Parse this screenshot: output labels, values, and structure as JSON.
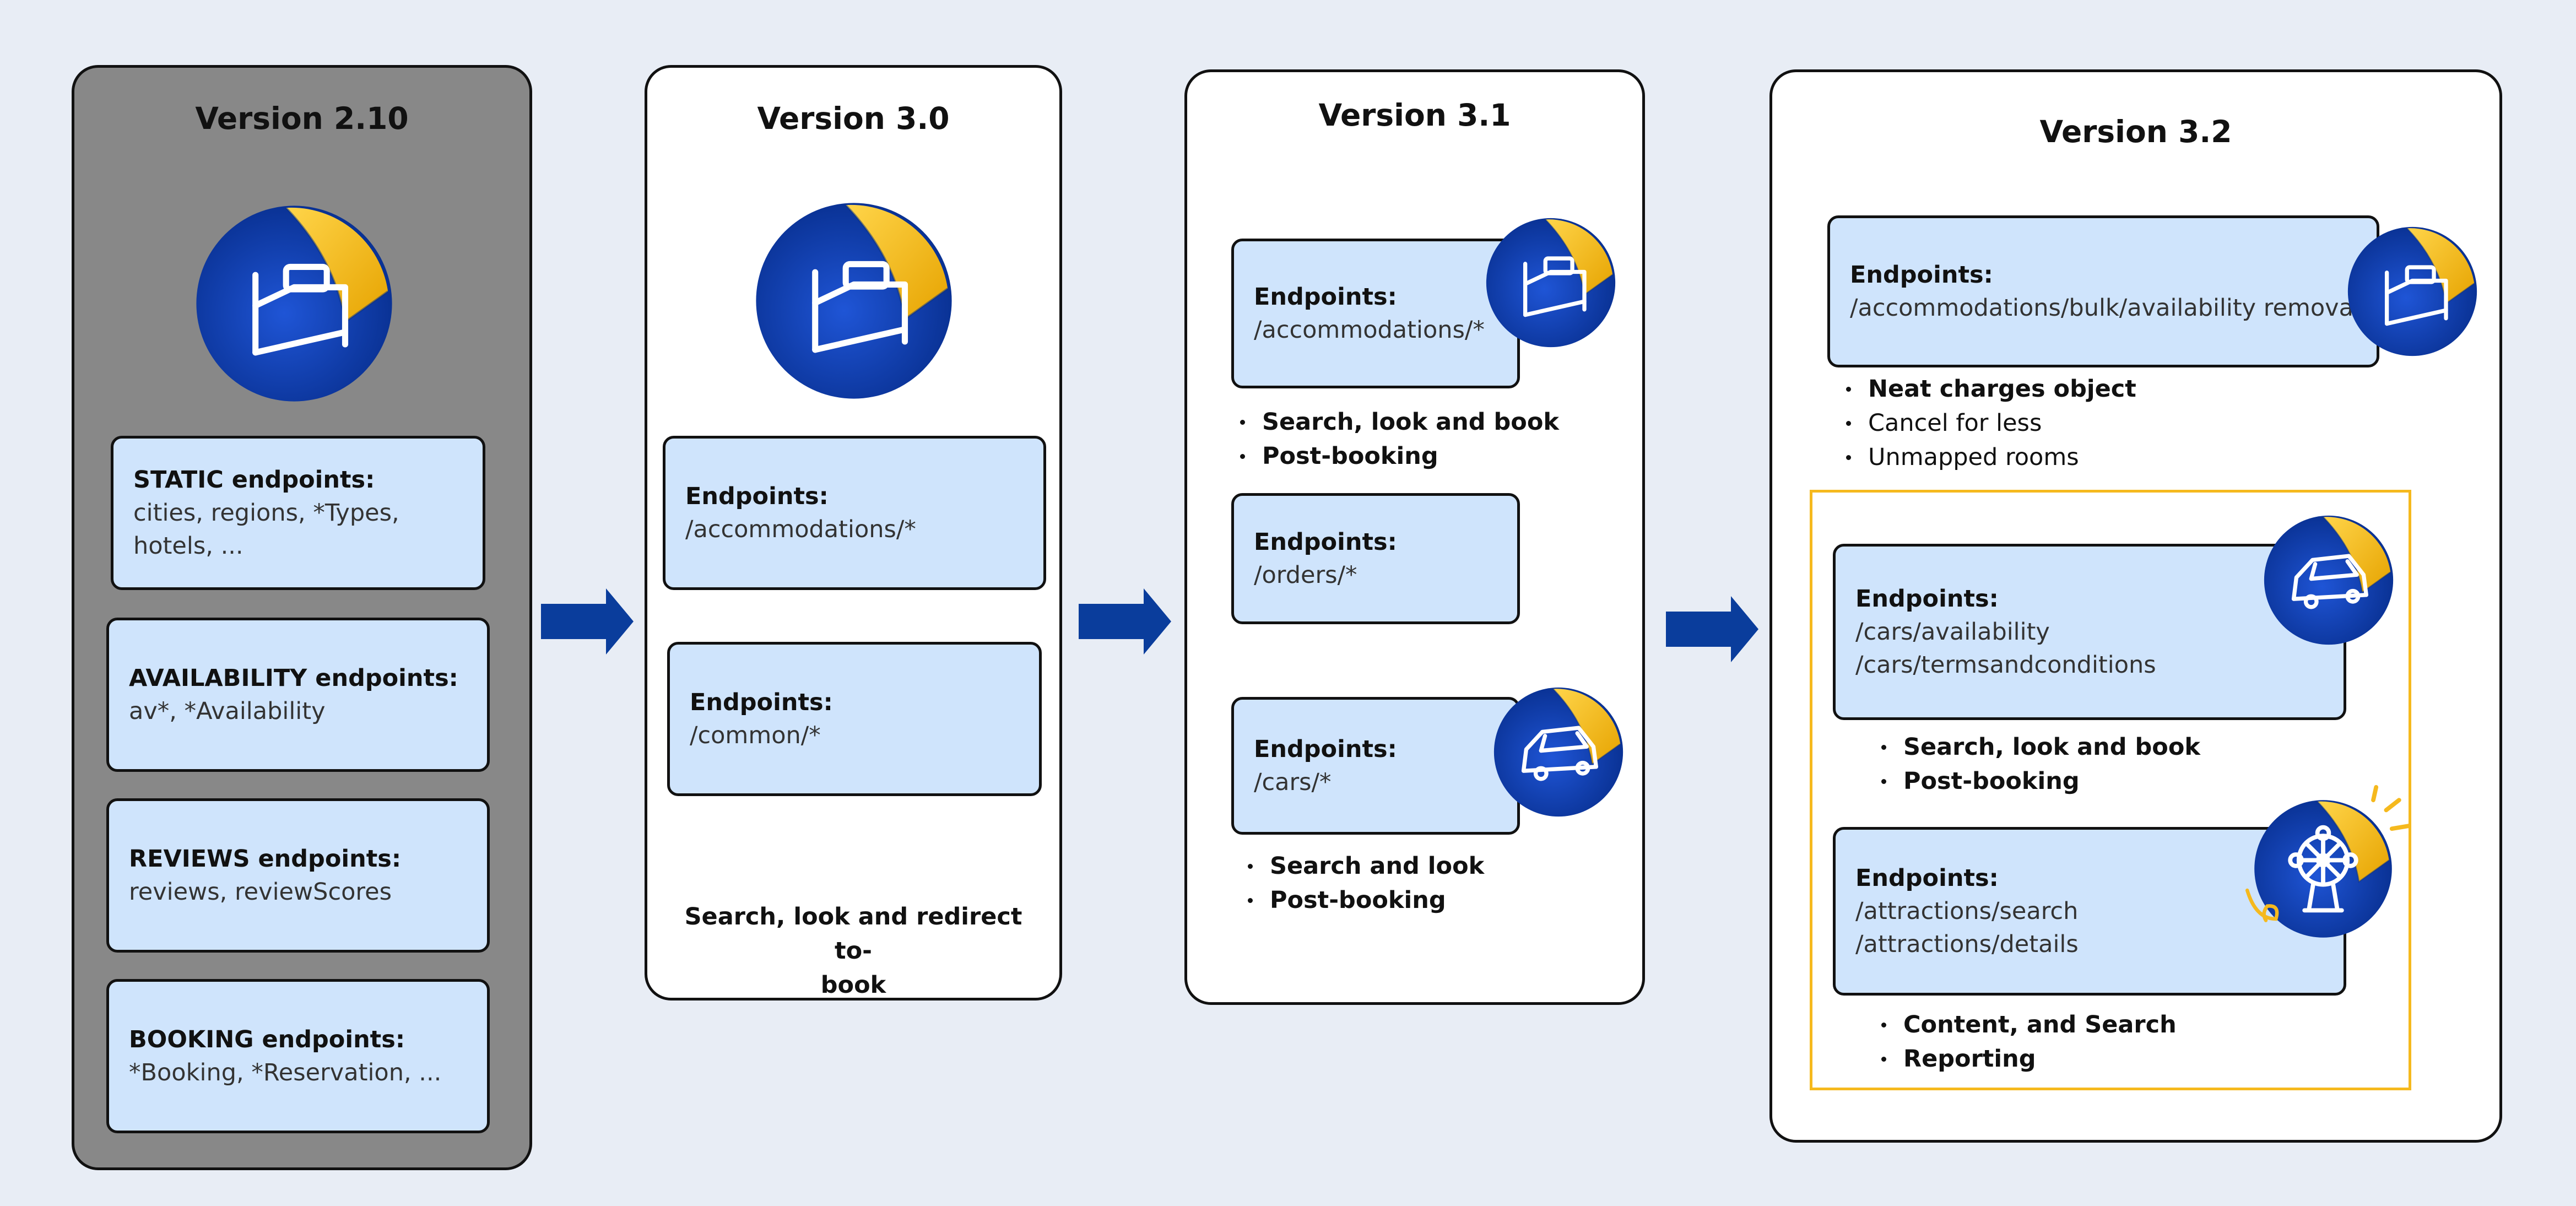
{
  "colors": {
    "background": "#e8edf5",
    "legacy_column": "#888888",
    "endpoint_box": "#cfe4fc",
    "arrow": "#0a3d9c",
    "badge_blue": "#0d3aa8",
    "badge_gold": "#f5b91e",
    "highlight_border": "#f5b91e"
  },
  "v210": {
    "title": "Version 2.10",
    "icon": "bed-icon",
    "boxes": [
      {
        "label": "STATIC endpoints:",
        "lines": [
          "cities, regions, *Types,",
          "hotels, ..."
        ]
      },
      {
        "label": "AVAILABILITY endpoints:",
        "lines": [
          "av*, *Availability"
        ]
      },
      {
        "label": "REVIEWS endpoints:",
        "lines": [
          "reviews, reviewScores"
        ]
      },
      {
        "label": "BOOKING endpoints:",
        "lines": [
          "*Booking, *Reservation, ..."
        ]
      }
    ]
  },
  "v30": {
    "title": "Version 3.0",
    "icon": "bed-icon",
    "boxes": [
      {
        "label": "Endpoints:",
        "lines": [
          "/accommodations/*"
        ]
      },
      {
        "label": "Endpoints:",
        "lines": [
          "/common/*"
        ]
      }
    ],
    "caption": [
      "Search, look and redirect to-",
      "book"
    ]
  },
  "v31": {
    "title": "Version 3.1",
    "boxes": [
      {
        "label": "Endpoints:",
        "lines": [
          "/accommodations/*"
        ],
        "icon": "bed-icon"
      },
      {
        "label": "Endpoints:",
        "lines": [
          "/orders/*"
        ]
      },
      {
        "label": "Endpoints:",
        "lines": [
          "/cars/*"
        ],
        "icon": "car-icon"
      }
    ],
    "bullets_accommodations": [
      "Search, look and book",
      "Post-booking"
    ],
    "bullets_cars": [
      "Search and look",
      "Post-booking"
    ]
  },
  "v32": {
    "title": "Version 3.2",
    "boxes": [
      {
        "label": "Endpoints:",
        "lines": [
          "/accommodations/bulk/availability removal"
        ],
        "icon": "bed-icon"
      },
      {
        "label": "Endpoints:",
        "lines": [
          "/cars/availability",
          "/cars/termsandconditions"
        ],
        "icon": "car-icon"
      },
      {
        "label": "Endpoints:",
        "lines": [
          "/attractions/search",
          "/attractions/details"
        ],
        "icon": "ferris-wheel-icon"
      }
    ],
    "bullets_accommodations": [
      "Neat charges object",
      "Cancel for less",
      "Unmapped rooms"
    ],
    "bullets_cars": [
      "Search, look and book",
      "Post-booking"
    ],
    "bullets_attractions": [
      "Content, and Search",
      "Reporting"
    ]
  }
}
